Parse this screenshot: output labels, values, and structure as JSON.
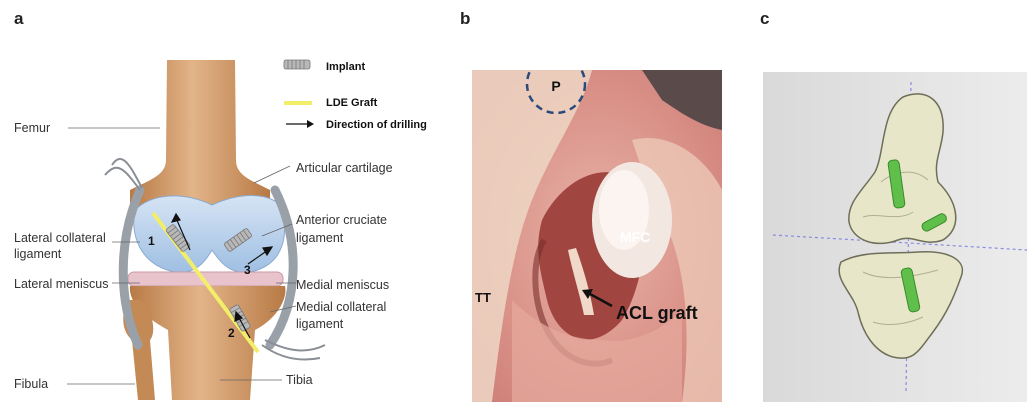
{
  "panels": {
    "a": {
      "letter": "a",
      "legend": {
        "implant": "Implant",
        "graft": "LDE Graft",
        "drilling": "Direction of drilling"
      },
      "labels": {
        "femur": "Femur",
        "lcl_line1": "Lateral collateral",
        "lcl_line2": "ligament",
        "lat_meniscus": "Lateral meniscus",
        "fibula": "Fibula",
        "art_cartilage": "Articular cartilage",
        "acl_line1": "Anterior cruciate",
        "acl_line2": "ligament",
        "med_meniscus": "Medial meniscus",
        "mcl_line1": "Medial collateral",
        "mcl_line2": "ligament",
        "tibia": "Tibia"
      },
      "markers": {
        "one": "1",
        "two": "2",
        "three": "3"
      },
      "colors": {
        "bone": "#c98f5a",
        "cartilage": "#bcd3ec",
        "graft": "#f3ee6a",
        "meniscus": "#e9c6cf"
      }
    },
    "b": {
      "letter": "b",
      "labels": {
        "p": "P",
        "mfc": "MFC",
        "tt": "TT",
        "acl_graft": "ACL graft"
      },
      "colors": {
        "tissue": "#d9908a",
        "circle": "#2a4a7a"
      }
    },
    "c": {
      "letter": "c",
      "colors": {
        "bone": "#e8e6c8",
        "implant": "#5fbf4a",
        "crosshair": "#8a8ae0",
        "background": "#dcdcdc"
      }
    }
  }
}
